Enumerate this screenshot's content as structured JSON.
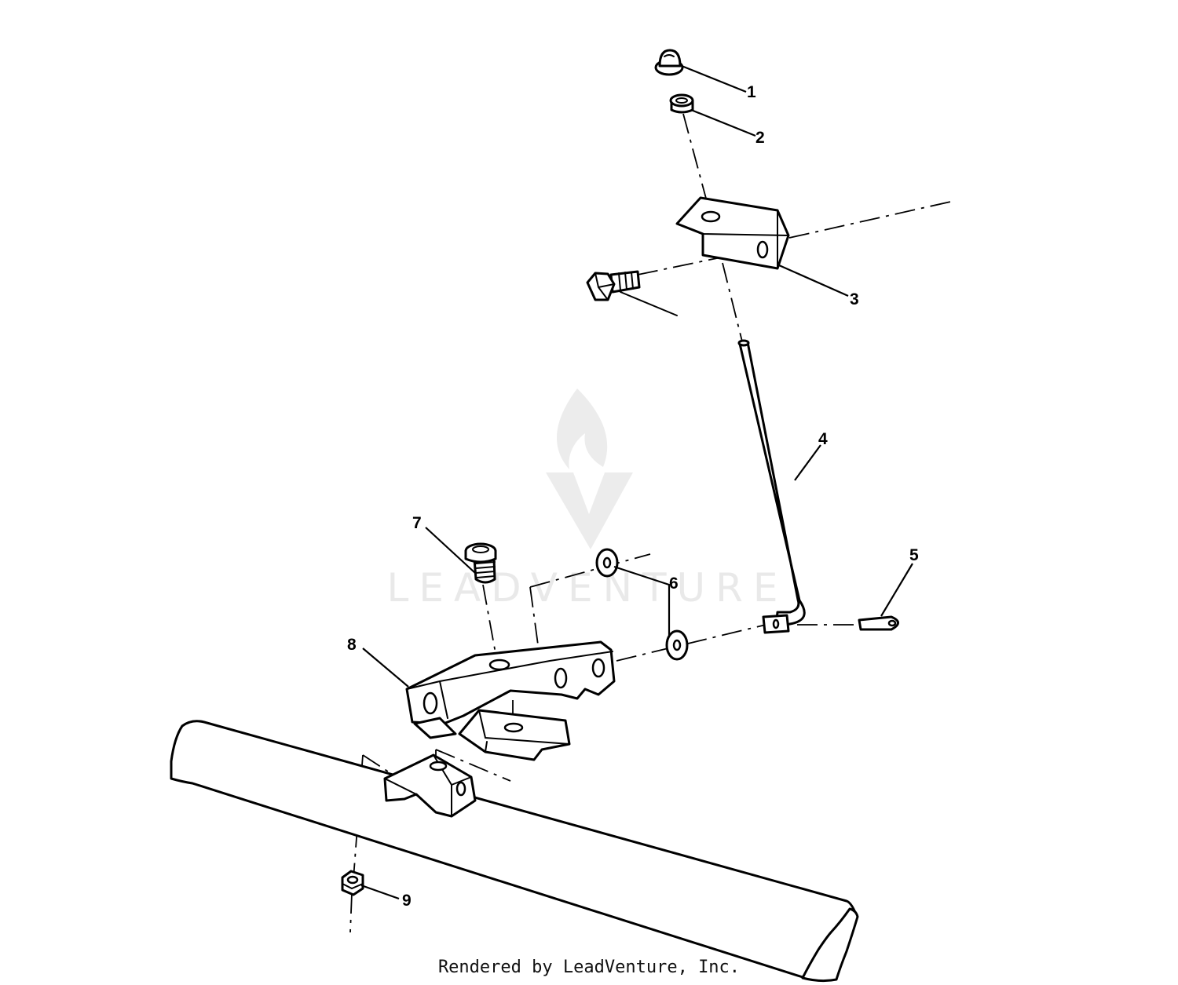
{
  "diagram": {
    "callouts": [
      {
        "id": "1",
        "label": "1"
      },
      {
        "id": "2",
        "label": "2"
      },
      {
        "id": "3",
        "label": "3"
      },
      {
        "id": "4",
        "label": "4"
      },
      {
        "id": "5",
        "label": "5"
      },
      {
        "id": "6",
        "label": "6"
      },
      {
        "id": "7",
        "label": "7"
      },
      {
        "id": "8",
        "label": "8"
      },
      {
        "id": "9",
        "label": "9"
      }
    ]
  },
  "watermark": {
    "text": "LEADVENTURE",
    "icon": "flame-v-logo-icon"
  },
  "footer": {
    "credit": "Rendered by LeadVenture, Inc."
  }
}
